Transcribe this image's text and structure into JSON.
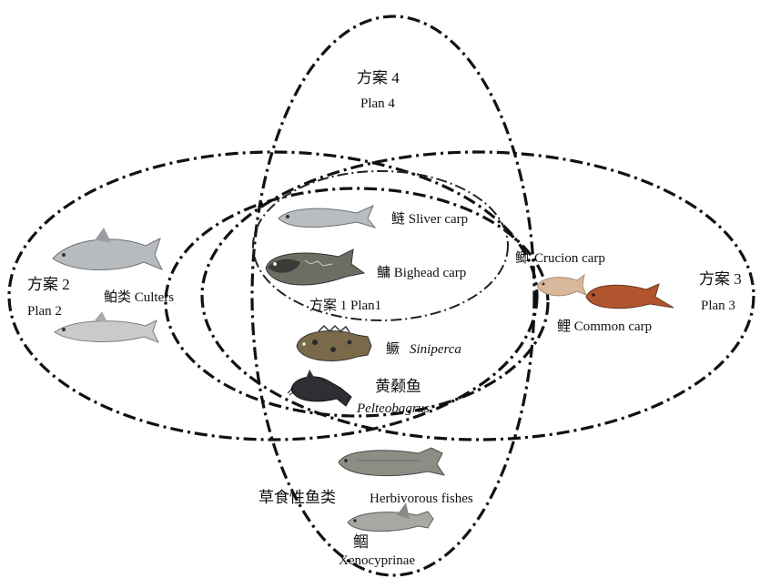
{
  "plans": {
    "plan4": {
      "cn": "方案 4",
      "en": "Plan 4"
    },
    "plan2": {
      "cn": "方案 2",
      "en": "Plan 2"
    },
    "plan3": {
      "cn": "方案 3",
      "en": "Plan 3"
    },
    "plan1": {
      "label": "方案 1 Plan1"
    }
  },
  "fish": {
    "silver_carp": {
      "label": "鲢 Sliver carp"
    },
    "bighead_carp": {
      "label": "鳙 Bighead carp"
    },
    "culters": {
      "label": "鲌类 Culters"
    },
    "crucion_carp": {
      "cn": "鲫",
      "en": "Crucion   carp"
    },
    "common_carp": {
      "label": "鲤 Common carp"
    },
    "siniperca": {
      "cn": "鳜",
      "en": "Siniperca"
    },
    "pelteobagrus": {
      "cn": "黄颡鱼",
      "en": "Pelteobagrus"
    },
    "herbivorous": {
      "cn": "草食性鱼类",
      "en": "Herbivorous fishes"
    },
    "xenocyprinae": {
      "cn": "鲴",
      "en": "Xenocyprinae"
    }
  },
  "colors": {
    "stroke": "#111111",
    "silver_fish": "#b9bcc0",
    "dark_fish": "#2d2f33",
    "spotted_fish": "#6b6f62",
    "goldfish": "#d9b79a",
    "common_carp": "#b0552e"
  }
}
